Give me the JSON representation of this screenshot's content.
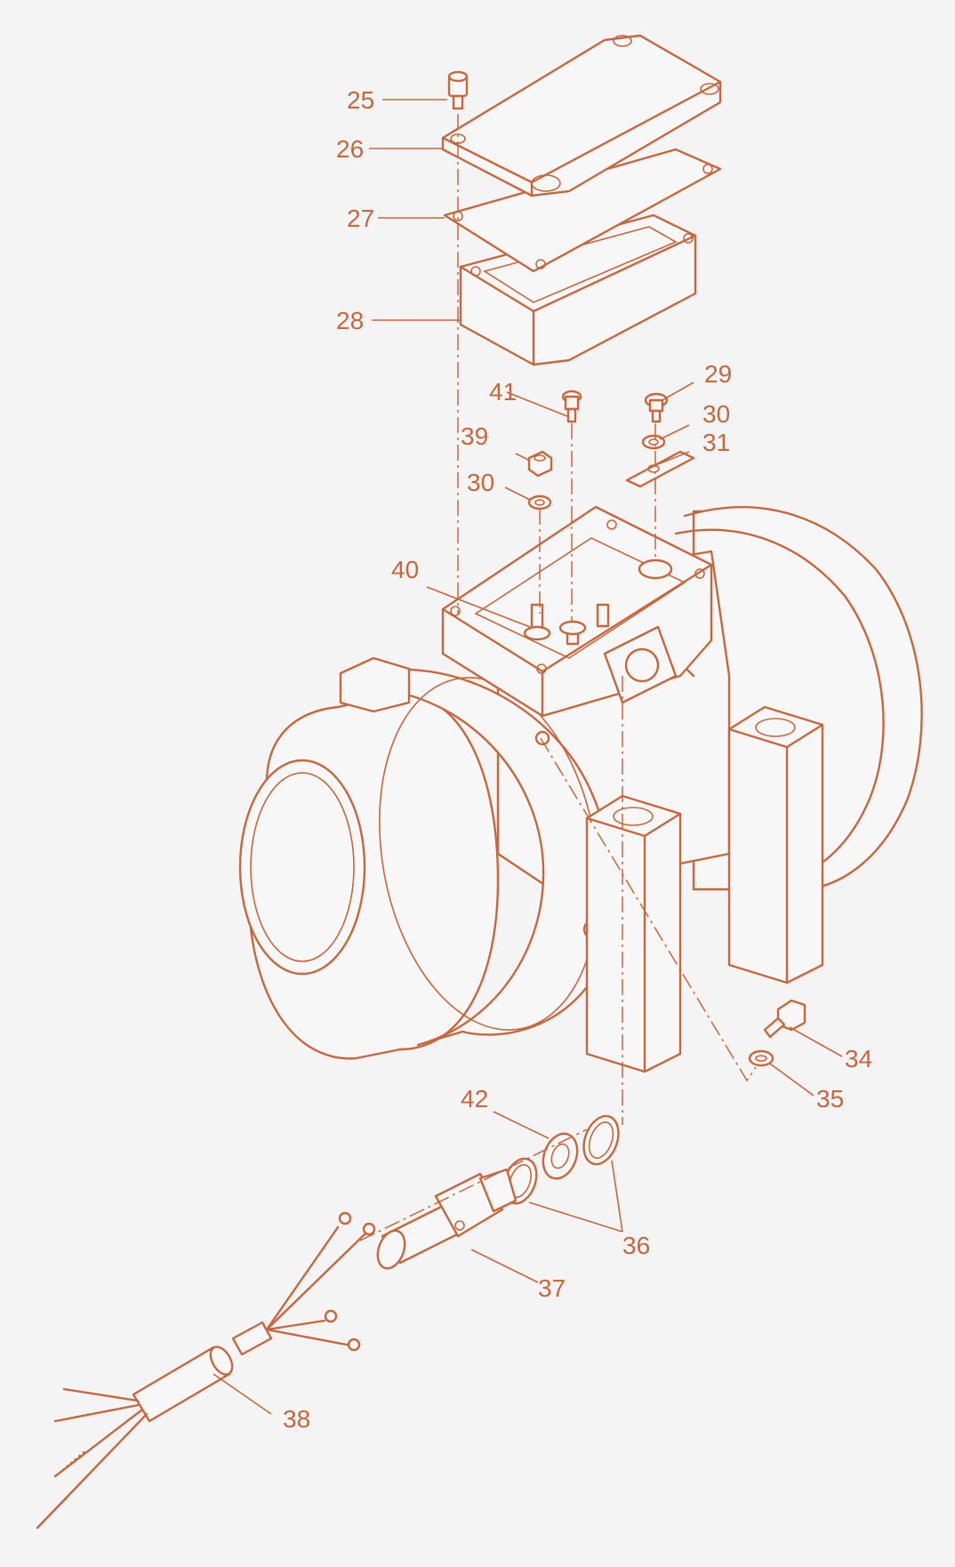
{
  "diagram": {
    "line_color": "#c8663e",
    "background": "#f4f4f4",
    "callouts": [
      "25",
      "26",
      "27",
      "28",
      "29",
      "30",
      "31",
      "39",
      "30",
      "41",
      "40",
      "34",
      "35",
      "42",
      "36",
      "37",
      "38"
    ]
  }
}
